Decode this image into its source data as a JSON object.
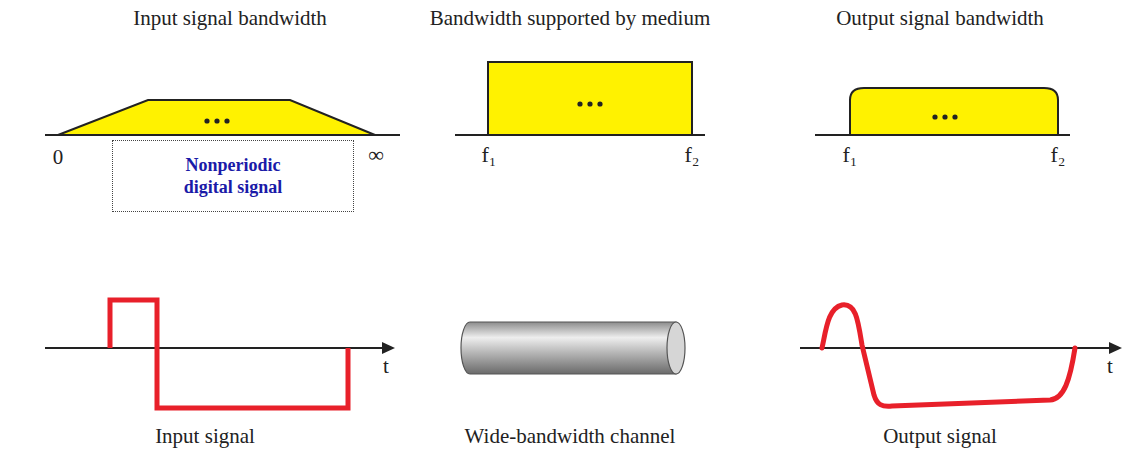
{
  "diagram": {
    "nodes": [
      {
        "text": [
          "Nonperiodic digital signal"
        ]
      }
    ],
    "labels": [
      "Input signal bandwidth",
      "Bandwidth supported by medium",
      "Output signal bandwidth",
      "0",
      "∞",
      "f₁",
      "f₂",
      "f₁",
      "f₂",
      "t",
      "Input signal",
      "Wide-bandwidth channel",
      "t",
      "Output signal"
    ]
  }
}
